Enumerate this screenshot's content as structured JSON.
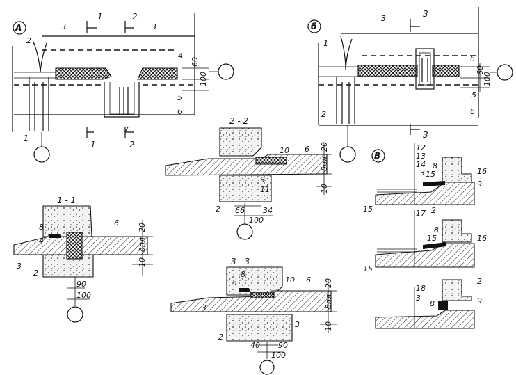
{
  "panel_a": {
    "marker": "А",
    "labels": [
      "1",
      "2",
      "3",
      "3",
      "4",
      "5",
      "6",
      "7"
    ],
    "dims": [
      "60",
      "100"
    ],
    "section_marks": [
      "1",
      "1",
      "2",
      "2"
    ]
  },
  "panel_b": {
    "marker": "б",
    "labels": [
      "1",
      "2",
      "3",
      "5",
      "6",
      "6"
    ],
    "dims": [
      "60",
      "100"
    ],
    "section_marks": [
      "3",
      "3"
    ]
  },
  "panel_c": {
    "marker": "В",
    "labels": [
      "12",
      "13",
      "14",
      "3",
      "8",
      "15",
      "16",
      "9",
      "15",
      "2",
      "17",
      "8",
      "15",
      "16",
      "15",
      "18",
      "3",
      "8",
      "2",
      "9"
    ]
  },
  "section_1_1": {
    "title": "1 - 1",
    "labels": [
      "8",
      "4",
      "6",
      "3",
      "2"
    ],
    "dims": [
      "20",
      "δпл",
      "10",
      "90",
      "100"
    ]
  },
  "section_2_2": {
    "title": "2 - 2",
    "labels": [
      "10",
      "6",
      "9",
      "11",
      "2"
    ],
    "dims": [
      "20",
      "δпл",
      "10",
      "66",
      "34",
      "100"
    ]
  },
  "section_3_3": {
    "title": "3 - 3",
    "labels": [
      "8",
      "5",
      "10",
      "6",
      "3",
      "3",
      "2"
    ],
    "dims": [
      "20",
      "δпл",
      "10",
      "40",
      "90",
      "100"
    ]
  }
}
